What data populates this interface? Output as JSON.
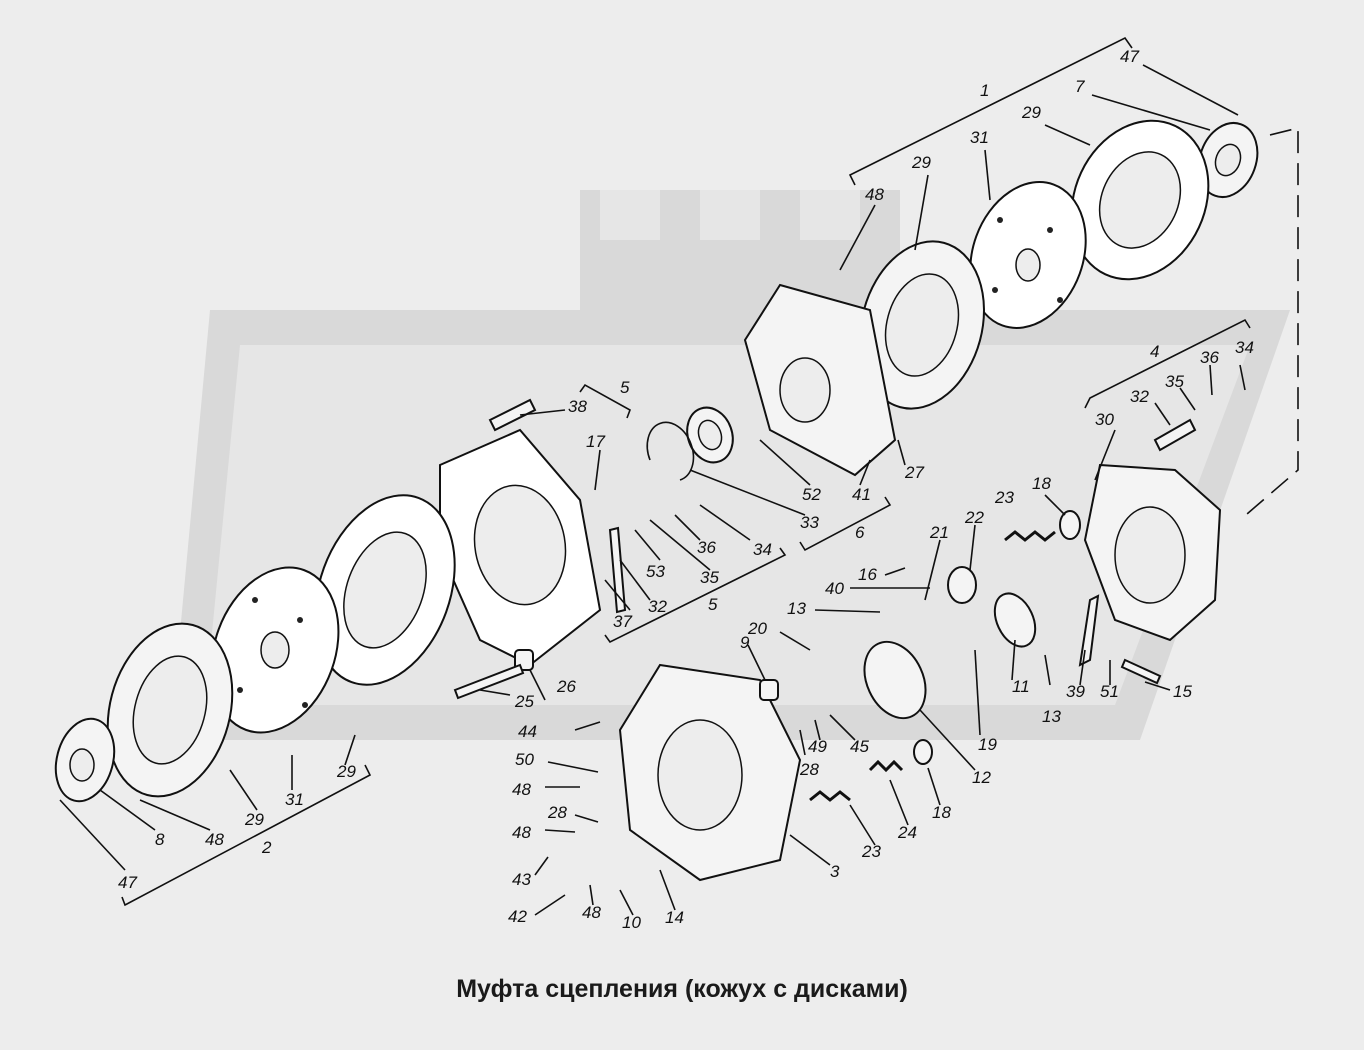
{
  "caption": "Муфта сцепления (кожух с дисками)",
  "watermark_color": "#d2d2d2",
  "line_color": "#111111",
  "background_color": "#ededed",
  "callouts": [
    "47",
    "7",
    "1",
    "29",
    "31",
    "29",
    "48",
    "4",
    "36",
    "34",
    "35",
    "32",
    "30",
    "5",
    "38",
    "17",
    "52",
    "41",
    "27",
    "33",
    "53",
    "36",
    "34",
    "35",
    "6",
    "23",
    "18",
    "22",
    "21",
    "16",
    "40",
    "13",
    "37",
    "32",
    "5",
    "20",
    "9",
    "26",
    "25",
    "11",
    "13",
    "39",
    "51",
    "15",
    "44",
    "49",
    "45",
    "50",
    "28",
    "28",
    "48",
    "12",
    "19",
    "24",
    "18",
    "23",
    "48",
    "3",
    "43",
    "42",
    "48",
    "10",
    "14",
    "29",
    "31",
    "29",
    "8",
    "48",
    "2",
    "47"
  ]
}
